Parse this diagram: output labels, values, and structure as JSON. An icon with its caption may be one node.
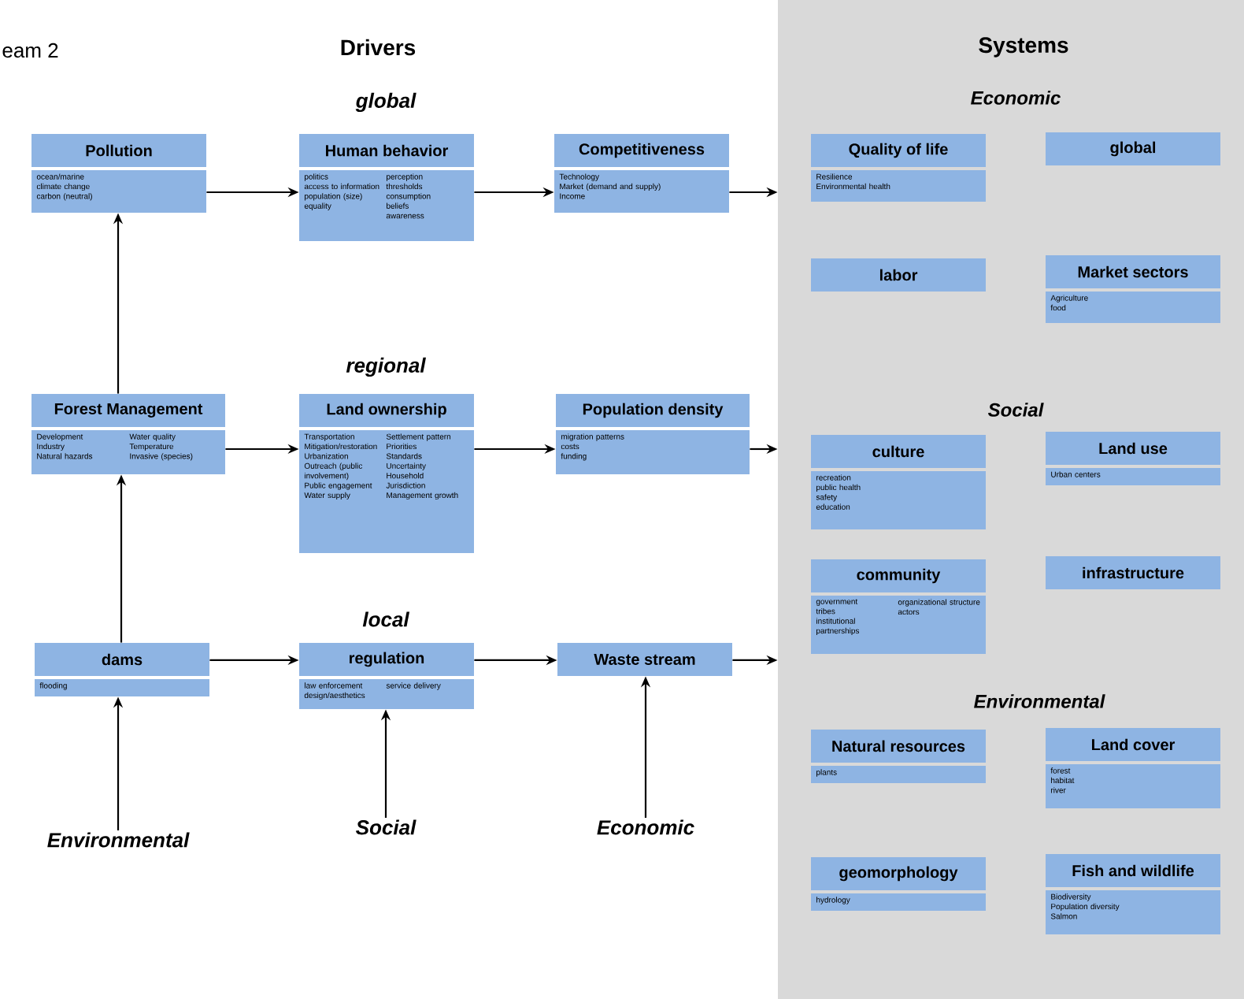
{
  "diagram": {
    "nodes": [
      {
        "text": [
          "Pollution",
          "ocean/marine",
          "climate change",
          "carbon (neutral)"
        ]
      },
      {
        "text": [
          "Human behavior",
          "politics",
          "access to information",
          "population (size)",
          "equality",
          "perception",
          "thresholds",
          "consumption",
          "beliefs",
          "awareness"
        ]
      },
      {
        "text": [
          "Competitiveness",
          "Technology",
          "Market (demand and supply)",
          "Income"
        ]
      },
      {
        "text": [
          "Forest Management",
          "Development",
          "Industry",
          "Natural hazards",
          "Water quality",
          "Temperature",
          "Invasive (species)"
        ]
      },
      {
        "text": [
          "Land ownership",
          "Transportation",
          "Mitigation/restoration",
          "Urbanization",
          "Outreach (public involvement)",
          "Public engagement",
          "Water supply",
          "Settlement pattern",
          "Priorities",
          "Standards",
          "Uncertainty",
          "Household",
          "Jurisdiction",
          "Management growth"
        ]
      },
      {
        "text": [
          "Population density",
          "migration patterns",
          "costs",
          "funding"
        ]
      },
      {
        "text": [
          "dams",
          "flooding"
        ]
      },
      {
        "text": [
          "regulation",
          "law enforcement",
          "design/aesthetics",
          "service delivery"
        ]
      },
      {
        "text": [
          "Waste stream"
        ]
      },
      {
        "text": [
          "Environmental"
        ]
      },
      {
        "text": [
          "Social"
        ]
      },
      {
        "text": [
          "Economic"
        ]
      },
      {
        "text": [
          "Systems",
          "Economic",
          "Social",
          "Environmental"
        ]
      },
      {
        "text": [
          "Quality of life",
          "Resilience",
          "Environmental health"
        ],
        "in": 12
      },
      {
        "text": [
          "global"
        ],
        "in": 12
      },
      {
        "text": [
          "labor"
        ],
        "in": 12
      },
      {
        "text": [
          "Market sectors",
          "Agriculture",
          "food"
        ],
        "in": 12
      },
      {
        "text": [
          "culture",
          "recreation",
          "public health",
          "safety",
          "education"
        ],
        "in": 12
      },
      {
        "text": [
          "Land use",
          "Urban centers"
        ],
        "in": 12
      },
      {
        "text": [
          "community",
          "government",
          "tribes",
          "institutional partnerships",
          "organizational structure",
          "actors"
        ],
        "in": 12
      },
      {
        "text": [
          "infrastructure"
        ],
        "in": 12
      },
      {
        "text": [
          "Natural resources",
          "plants"
        ],
        "in": 12
      },
      {
        "text": [
          "Land cover",
          "forest",
          "habitat",
          "river"
        ],
        "in": 12
      },
      {
        "text": [
          "geomorphology",
          "hydrology"
        ],
        "in": 12
      },
      {
        "text": [
          "Fish and wildlife",
          "Biodiversity",
          "Population diversity",
          "Salmon"
        ],
        "in": 12
      }
    ],
    "edges": [
      {
        "from": 0,
        "to": 1,
        "arrow": "to"
      },
      {
        "from": 1,
        "to": 2,
        "arrow": "to"
      },
      {
        "from": 2,
        "to": 12,
        "arrow": "to"
      },
      {
        "from": 3,
        "to": 4,
        "arrow": "to"
      },
      {
        "from": 4,
        "to": 5,
        "arrow": "to"
      },
      {
        "from": 5,
        "to": 12,
        "arrow": "to"
      },
      {
        "from": 6,
        "to": 7,
        "arrow": "to"
      },
      {
        "from": 7,
        "to": 8,
        "arrow": "to"
      },
      {
        "from": 8,
        "to": 12,
        "arrow": "to"
      },
      {
        "from": 3,
        "to": 0,
        "arrow": "to"
      },
      {
        "from": 6,
        "to": 3,
        "arrow": "to"
      },
      {
        "from": 9,
        "to": 6,
        "arrow": "to"
      },
      {
        "from": 10,
        "to": 7,
        "arrow": "to"
      },
      {
        "from": 11,
        "to": 8,
        "arrow": "to"
      }
    ],
    "labels": [
      "eam 2",
      "Drivers",
      "global",
      "regional",
      "local"
    ]
  }
}
